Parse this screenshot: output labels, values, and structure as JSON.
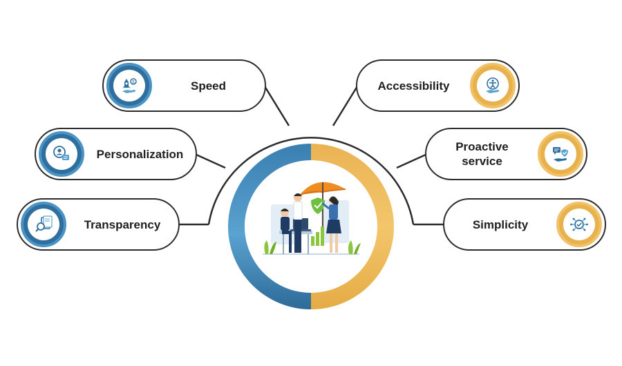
{
  "items": {
    "speed": {
      "label": "Speed",
      "icon": "rocket-icon"
    },
    "personalization": {
      "label": "Personalization",
      "icon": "user-profile-icon"
    },
    "transparency": {
      "label": "Transparency",
      "icon": "document-search-icon"
    },
    "accessibility": {
      "label": "Accessibility",
      "icon": "accessibility-hand-icon"
    },
    "proactive": {
      "label": "Proactive\nservice",
      "icon": "chat-shield-icon"
    },
    "simplicity": {
      "label": "Simplicity",
      "icon": "circuit-check-icon"
    }
  },
  "colors": {
    "blue_dark": "#2f6f9f",
    "blue_light": "#5aa2d0",
    "gold": "#e8b14c",
    "gold_light": "#f3c66b",
    "outline": "#2b2b2b"
  },
  "center": {
    "illustration": "business-team-umbrella-illustration"
  }
}
